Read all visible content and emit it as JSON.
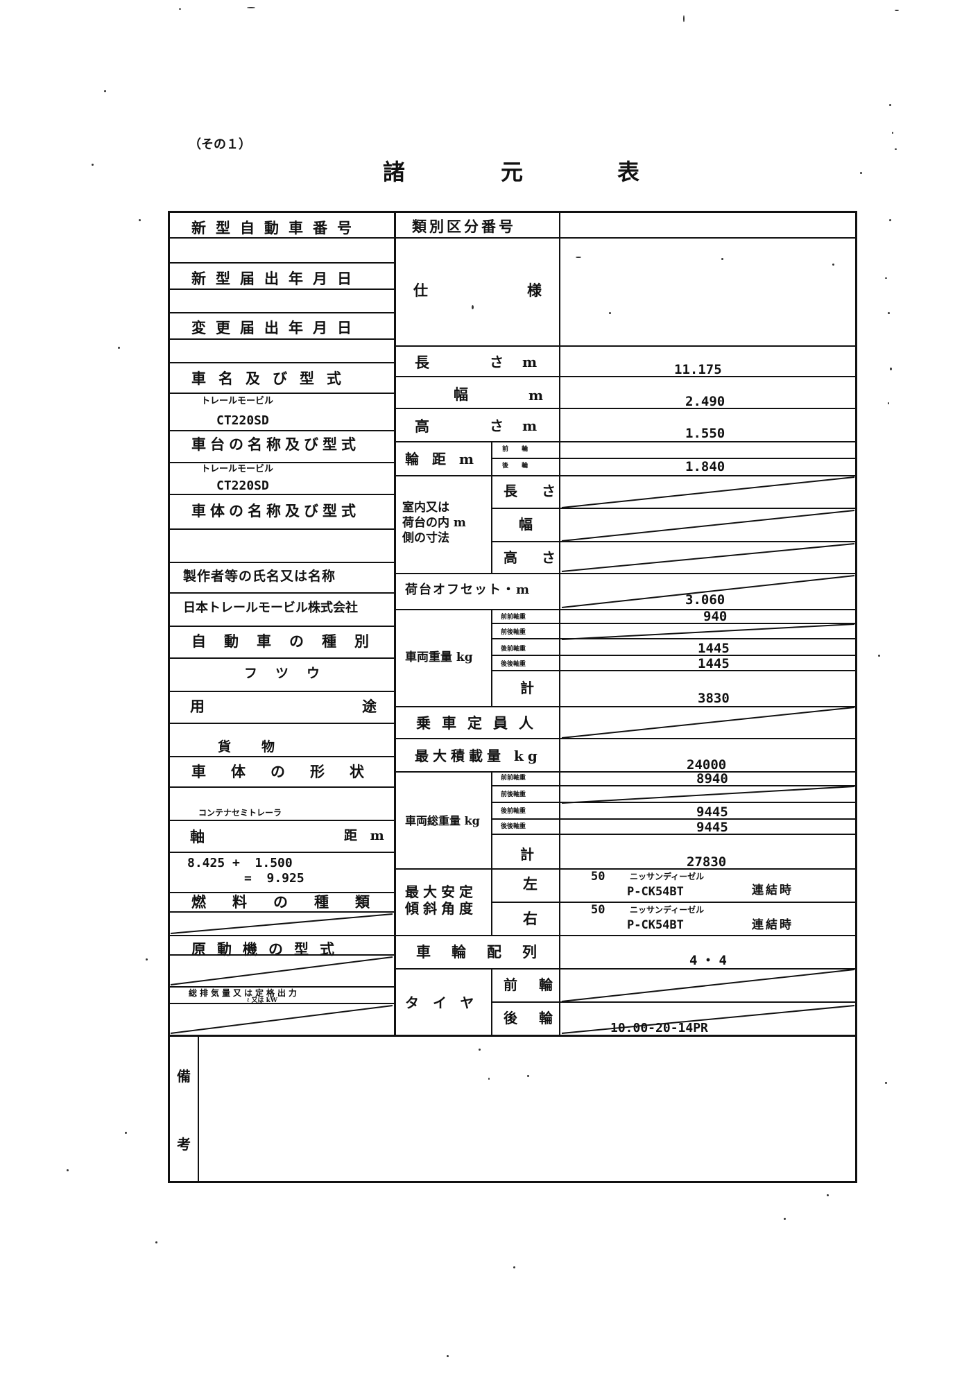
{
  "header": {
    "part": "（その１）",
    "title_chars": [
      "諸",
      "元",
      "表"
    ]
  },
  "left": {
    "new_vehicle_no": "新型自動車番号",
    "new_filing_date": "新型届出年月日",
    "change_filing_date": "変更届出年月日",
    "vehicle_name_type": "車名及び型式",
    "vehicle_name_value": "トレールモービル",
    "vehicle_type_value": "CT220SD",
    "chassis_name_type": "車台の名称及び型式",
    "chassis_name_value": "トレールモービル",
    "chassis_type_value": "CT220SD",
    "body_name_type": "車体の名称及び型式",
    "manufacturer_label": "製作者等の氏名又は名称",
    "manufacturer_value": "日本トレールモービル株式会社",
    "vehicle_kind": "自動車の種別",
    "vehicle_kind_value": "フツウ",
    "use_label_1": "用",
    "use_label_2": "途",
    "use_value": "貨物",
    "body_shape": "車体の形状",
    "body_shape_value": "コンテナセミトレーラ",
    "axle_label_1": "軸",
    "axle_label_2": "距 m",
    "axle_value_1": "8.425 +  1.500",
    "axle_value_2": "=  9.925",
    "fuel_type": "燃料の種類",
    "engine_type": "原動機の型式",
    "engine_output_1": "総排気量又は定格出力",
    "engine_output_2": "ℓ 又は kW"
  },
  "right": {
    "class_number": "類別区分番号",
    "spec_1": "仕",
    "spec_2": "様",
    "length_1": "長",
    "length_2": "さ m",
    "length_value": "11.175",
    "width_1": "幅",
    "width_2": "m",
    "width_value": "2.490",
    "height_1": "高",
    "height_2": "さ m",
    "height_value": "1.550",
    "tread_label": "輪 距 m",
    "tread_front": "前 輪",
    "tread_rear": "後 輪",
    "tread_rear_value": "1.840",
    "cargo_1": "室内又は",
    "cargo_2": "荷台の内 m",
    "cargo_3": "側の寸法",
    "cargo_len": "長 さ",
    "cargo_wid": "幅",
    "cargo_hei": "高 さ",
    "offset_label": "荷台オフセット・m",
    "offset_value": "3.060",
    "vw_label": "車両重量 kg",
    "w_ff": "前前軸重",
    "w_fr": "前後軸重",
    "w_rf": "後前軸重",
    "w_rr": "後後軸重",
    "total": "計",
    "vw_ff_value": "940",
    "vw_rf_value": "1445",
    "vw_rr_value": "1445",
    "vw_total_value": "3830",
    "capacity_label": "乗車定員人",
    "max_load_label": "最大積載量 kg",
    "max_load_value": "24000",
    "gvw_label": "車両総重量 kg",
    "gvw_ff_value": "8940",
    "gvw_rf_value": "9445",
    "gvw_rr_value": "9445",
    "gvw_total_value": "27830",
    "tilt_1": "最大安定",
    "tilt_2": "傾斜角度",
    "left": "左",
    "right": "右",
    "tilt_left_deg": "50",
    "tilt_left_tractor": "ニッサンディーゼル",
    "tilt_left_model": "P-CK54BT",
    "tilt_left_note": "連結時",
    "tilt_right_deg": "50",
    "tilt_right_tractor": "ニッサンディーゼル",
    "tilt_right_model": "P-CK54BT",
    "tilt_right_note": "連結時",
    "wheel_arrangement": "車輪配列",
    "wheel_arrangement_value": "4・4",
    "tire_label": "タイヤ",
    "tire_front": "前 輪",
    "tire_rear": "後 輪",
    "tire_rear_value": "10.00-20-14PR"
  },
  "remarks": {
    "label_1": "備",
    "label_2": "考"
  }
}
